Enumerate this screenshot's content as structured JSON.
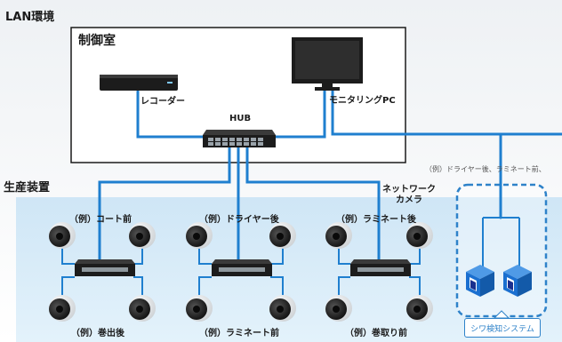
{
  "lan_title": "LAN環境",
  "control_room": {
    "title": "制御室",
    "recorder_label": "レコーダー",
    "pc_label": "モニタリングPC",
    "hub_label": "HUB"
  },
  "production": {
    "title": "生産装置",
    "network_camera_label": "ネットワーク\nカメラ",
    "groups_top": [
      "（例）コート前",
      "（例）ドライヤー後",
      "（例）ラミネート後"
    ],
    "groups_bottom": [
      "（例）巻出後",
      "（例）ラミネート前",
      "（例）巻取り前"
    ]
  },
  "inspection": {
    "example_note": "（例）ドライヤー後、ラミネート前、",
    "system_label": "シワ検知システム"
  },
  "colors": {
    "cable": "#1f7fcf",
    "production_bg": "#d7ecf8",
    "camera_dark": "#2b2b2b",
    "inspection_blue": "#1a6fd0"
  }
}
